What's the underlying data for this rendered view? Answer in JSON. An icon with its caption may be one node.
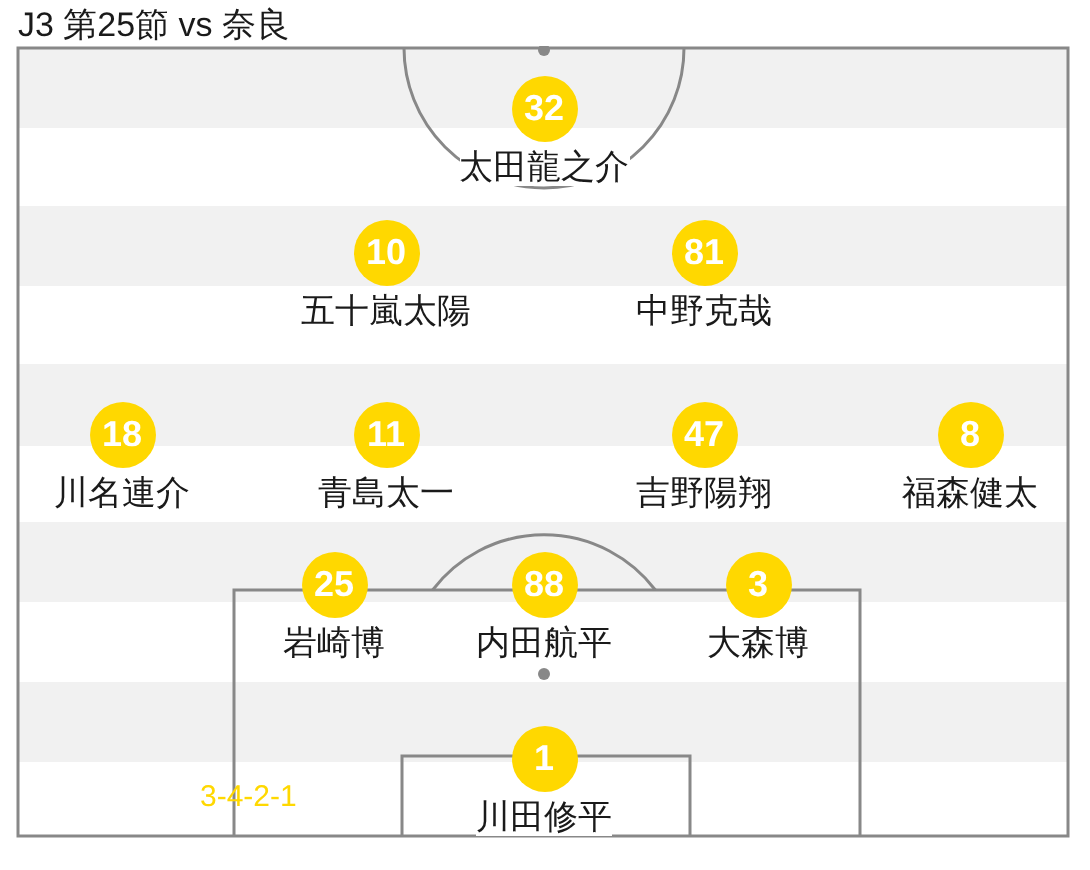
{
  "diagram": {
    "title": "J3 第25節 vs 奈良",
    "nodes": [
      {
        "text": [
          "32",
          "太田龍之介"
        ]
      },
      {
        "text": [
          "10",
          "五十嵐太陽"
        ]
      },
      {
        "text": [
          "81",
          "中野克哉"
        ]
      },
      {
        "text": [
          "18",
          "川名連介"
        ]
      },
      {
        "text": [
          "11",
          "青島太一"
        ]
      },
      {
        "text": [
          "47",
          "吉野陽翔"
        ]
      },
      {
        "text": [
          "8",
          "福森健太"
        ]
      },
      {
        "text": [
          "25",
          "岩崎博"
        ]
      },
      {
        "text": [
          "88",
          "内田航平"
        ]
      },
      {
        "text": [
          "3",
          "大森博"
        ]
      },
      {
        "text": [
          "1",
          "川田修平"
        ]
      }
    ],
    "labels": [
      "3-4-2-1"
    ]
  }
}
